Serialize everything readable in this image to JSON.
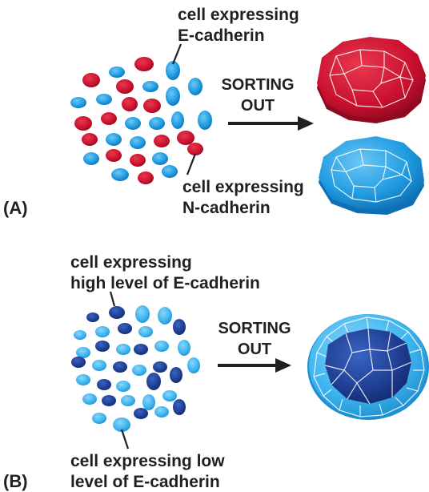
{
  "panels": [
    {
      "label": "(A)",
      "arrow_line1": "SORTING",
      "arrow_line2": "OUT",
      "callout_top_line1": "cell expressing",
      "callout_top_line2": "E-cadherin",
      "callout_bottom_line1": "cell expressing",
      "callout_bottom_line2": "N-cadherin"
    },
    {
      "label": "(B)",
      "arrow_line1": "SORTING",
      "arrow_line2": "OUT",
      "callout_top_line1": "cell expressing",
      "callout_top_line2": "high level of E-cadherin",
      "callout_bottom_line1": "cell expressing low",
      "callout_bottom_line2": "level of E-cadherin"
    }
  ],
  "colors": {
    "red": "#c8102e",
    "red_dark": "#8e0a1f",
    "blue": "#1e9ae0",
    "blue_dark": "#0f6fb5",
    "dark_blue": "#1f3f93",
    "dark_blue_dark": "#122a6b",
    "light_blue": "#3db4ef",
    "light_blue_dark": "#1f8fcf",
    "text": "#231f20"
  }
}
